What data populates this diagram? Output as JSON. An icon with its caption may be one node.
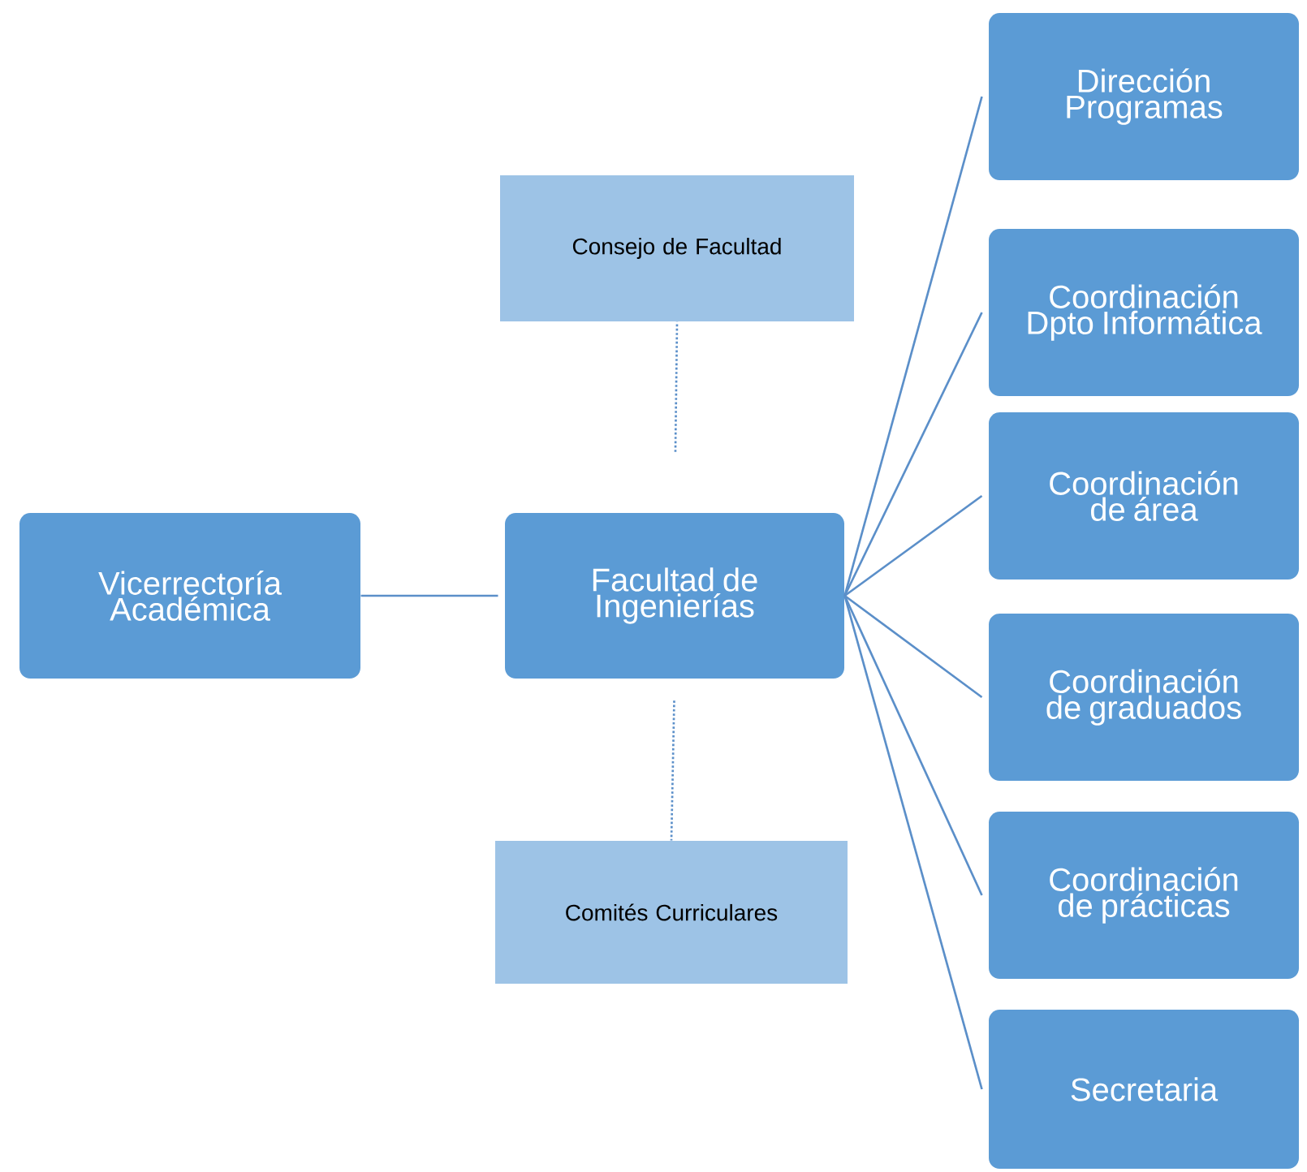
{
  "diagram": {
    "nodes": [
      {
        "text": [
          "Vicerrectoría Académica"
        ]
      },
      {
        "text": [
          "Facultad de Ingenierías"
        ]
      },
      {
        "text": [
          "Consejo de Facultad"
        ]
      },
      {
        "text": [
          "Comités Curriculares"
        ]
      },
      {
        "text": [
          "Dirección Programas"
        ]
      },
      {
        "text": [
          "Coordinación Dpto Informática"
        ]
      },
      {
        "text": [
          "Coordinación de área"
        ]
      },
      {
        "text": [
          "Coordinación de graduados"
        ]
      },
      {
        "text": [
          "Coordinación de prácticas"
        ]
      },
      {
        "text": [
          "Secretaria"
        ]
      }
    ],
    "edges": [
      {
        "from": 0,
        "to": 1,
        "arrow": "none"
      },
      {
        "from": 1,
        "to": 2,
        "arrow": "none",
        "style": "dashed"
      },
      {
        "from": 1,
        "to": 3,
        "arrow": "none",
        "style": "dashed"
      },
      {
        "from": 1,
        "to": 4,
        "arrow": "none"
      },
      {
        "from": 1,
        "to": 5,
        "arrow": "none"
      },
      {
        "from": 1,
        "to": 6,
        "arrow": "none"
      },
      {
        "from": 1,
        "to": 7,
        "arrow": "none"
      },
      {
        "from": 1,
        "to": 8,
        "arrow": "none"
      },
      {
        "from": 1,
        "to": 9,
        "arrow": "none"
      }
    ]
  }
}
